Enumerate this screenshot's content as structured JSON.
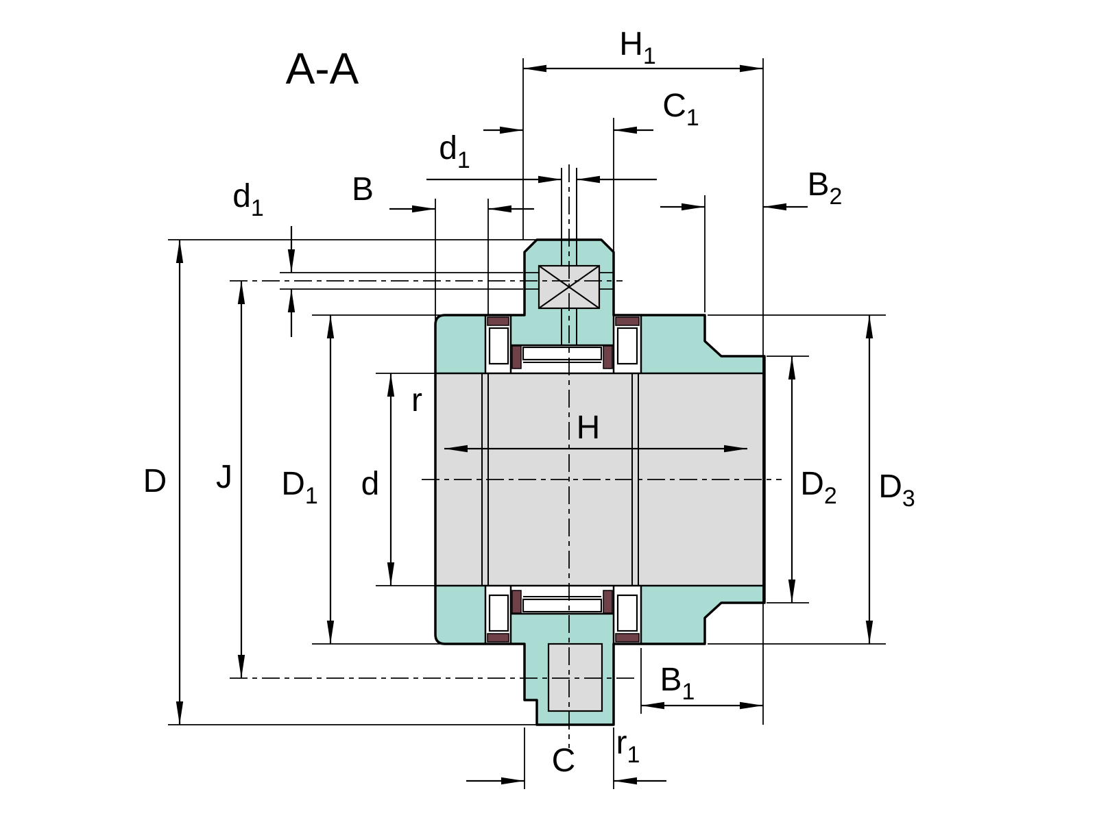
{
  "title": "A-A",
  "colors": {
    "part_teal": "#abdcd3",
    "part_gray": "#dcdcdc",
    "seal_maroon": "#6e4148",
    "line_black": "#000000"
  },
  "dimensions": {
    "H1": {
      "main": "H",
      "sub": "1"
    },
    "C1": {
      "main": "C",
      "sub": "1"
    },
    "d1_top": {
      "main": "d",
      "sub": "1"
    },
    "B": {
      "main": "B",
      "sub": ""
    },
    "d1_left": {
      "main": "d",
      "sub": "1"
    },
    "B2": {
      "main": "B",
      "sub": "2"
    },
    "D": {
      "main": "D",
      "sub": ""
    },
    "J": {
      "main": "J",
      "sub": ""
    },
    "D1": {
      "main": "D",
      "sub": "1"
    },
    "d": {
      "main": "d",
      "sub": ""
    },
    "r": {
      "main": "r",
      "sub": ""
    },
    "H": {
      "main": "H",
      "sub": ""
    },
    "D2": {
      "main": "D",
      "sub": "2"
    },
    "D3": {
      "main": "D",
      "sub": "3"
    },
    "B1": {
      "main": "B",
      "sub": "1"
    },
    "C": {
      "main": "C",
      "sub": ""
    },
    "r1": {
      "main": "r",
      "sub": "1"
    }
  }
}
